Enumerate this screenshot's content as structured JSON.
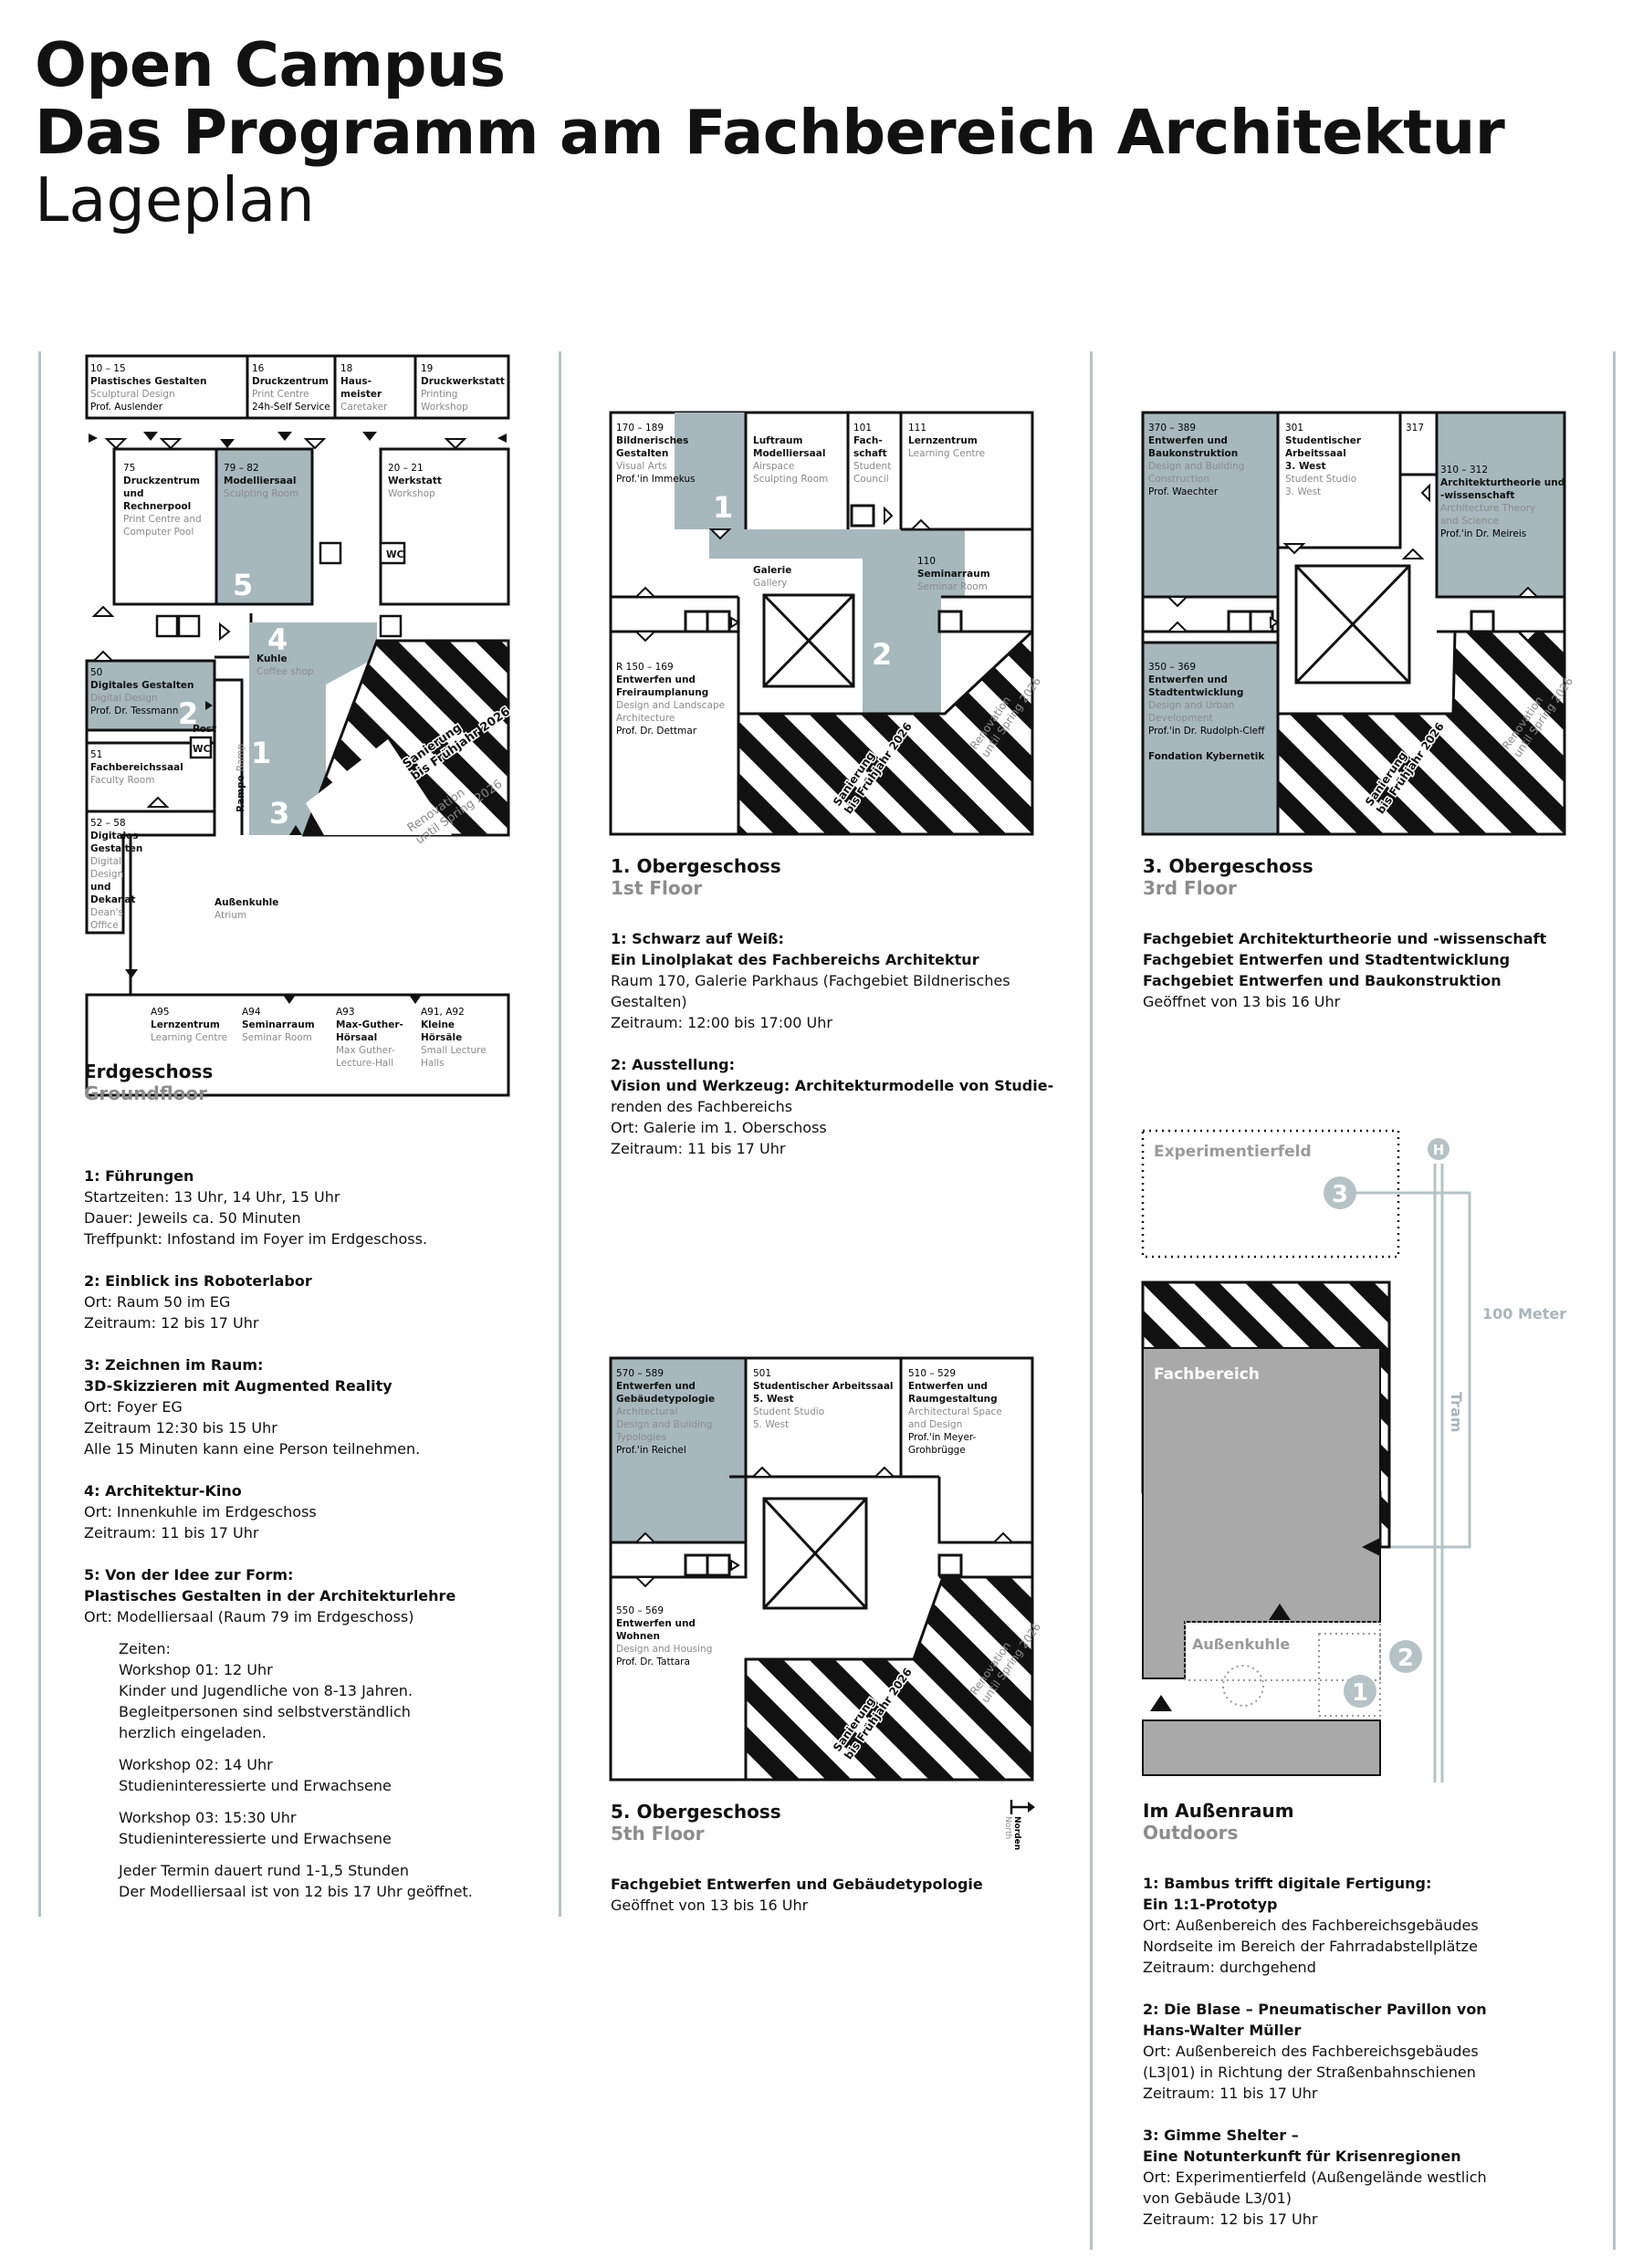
{
  "header": {
    "title_line1": "Open Campus",
    "title_line2": "Das Programm am Fachbereich Architektur",
    "title_line3": "Lageplan"
  },
  "colors": {
    "room_fill": "#a7b8bd",
    "outline": "#111111",
    "divider": "#b5c3c6",
    "outdoor_gray": "#a9a9a9"
  },
  "ground": {
    "title": "Erdgeschoss",
    "title_en": "Groundfloor",
    "rooms": {
      "r10": [
        "10 – 15",
        "Plastisches Gestalten",
        "Sculptural Design",
        "Prof. Auslender"
      ],
      "r16": [
        "16",
        "Druckzentrum",
        "Print Centre",
        "24h-Self Service"
      ],
      "r18": [
        "18",
        "Haus-",
        "meister",
        "Caretaker"
      ],
      "r19": [
        "19",
        "Druckwerkstatt",
        "Printing",
        "Workshop"
      ],
      "r75": [
        "75",
        "Druckzentrum",
        "und",
        "Rechnerpool",
        "Print Centre and",
        "Computer Pool"
      ],
      "r79": [
        "79 – 82",
        "Modelliersaal",
        "Sculpting Room"
      ],
      "r20": [
        "20 – 21",
        "Werkstatt",
        "Workshop"
      ],
      "r50": [
        "50",
        "Digitales Gestalten",
        "Digital Design",
        "Prof. Dr. Tessmann"
      ],
      "r51": [
        "51",
        "Fachbereichssaal",
        "Faculty Room"
      ],
      "r52": [
        "52 – 58",
        "Digitales",
        "Gestalten",
        "Digital",
        "Design",
        "und",
        "Dekanat",
        "Dean's",
        "Office"
      ],
      "kuhle": [
        "Kuhle",
        "Coffee shop"
      ],
      "aussen": [
        "Außenkuhle",
        "Atrium"
      ],
      "a95": [
        "A95",
        "Lernzentrum",
        "Learning Centre"
      ],
      "a94": [
        "A94",
        "Seminarraum",
        "Seminar Room"
      ],
      "a93": [
        "A93",
        "Max-Guther-",
        "Hörsaal",
        "Max Guther-",
        "Lecture-Hall"
      ],
      "a91": [
        "A91, A92",
        "Kleine",
        "Hörsäle",
        "Small Lecture",
        "Halls"
      ]
    },
    "wc": "WC",
    "post": "Post",
    "rampe": "Rampe",
    "ramp": "Ramp",
    "sanierung": [
      "Sanierung",
      "bis Frühjahr 2026"
    ],
    "renovation": [
      "Renovation",
      "until Spring 2026"
    ],
    "numbers": [
      "1",
      "2",
      "3",
      "4",
      "5"
    ]
  },
  "first": {
    "title": "1. Obergeschoss",
    "title_en": "1st Floor",
    "rooms": {
      "r170": [
        "170 – 189",
        "Bildnerisches",
        "Gestalten",
        "Visual Arts",
        "Prof.'in Immekus"
      ],
      "luft": [
        "Luftraum",
        "Modelliersaal",
        "Airspace",
        "Sculpting Room"
      ],
      "r101": [
        "101",
        "Fach-",
        "schaft",
        "Student",
        "Council"
      ],
      "r111": [
        "111",
        "Lernzentrum",
        "Learning Centre"
      ],
      "galerie": [
        "Galerie",
        "Gallery"
      ],
      "r110": [
        "110",
        "Seminarraum",
        "Seminar Room"
      ],
      "r150": [
        "R 150 – 169",
        "Entwerfen und",
        "Freiraumplanung",
        "Design and Landscape",
        "Architecture",
        "Prof. Dr. Dettmar"
      ]
    },
    "numbers": [
      "1",
      "2",
      "2"
    ]
  },
  "third": {
    "title": "3. Obergeschoss",
    "title_en": "3rd Floor",
    "rooms": {
      "r370": [
        "370 – 389",
        "Entwerfen und",
        "Baukonstruktion",
        "Design and Building",
        "Construction",
        "Prof. Waechter"
      ],
      "r301": [
        "301",
        "Studentischer",
        "Arbeitssaal",
        "3. West",
        "Student Studio",
        "3. West"
      ],
      "r317": [
        "317"
      ],
      "r310": [
        "310 – 312",
        "Architekturtheorie und",
        "-wissenschaft",
        "Architecture Theory",
        "and Science",
        "Prof.'in Dr. Meireis"
      ],
      "r350": [
        "350 – 369",
        "Entwerfen und",
        "Stadtentwicklung",
        "Design and Urban",
        "Development",
        "Prof.'in Dr. Rudolph-Cleff",
        "Fondation Kybernetik"
      ]
    }
  },
  "fifth": {
    "title": "5. Obergeschoss",
    "title_en": "5th Floor",
    "rooms": {
      "r570": [
        "570 – 589",
        "Entwerfen und",
        "Gebäudetypologie",
        "Architectural",
        "Design and Building",
        "Typologies",
        "Prof.'in Reichel"
      ],
      "r501": [
        "501",
        "Studentischer Arbeitssaal",
        "5. West",
        "Student Studio",
        "5. West"
      ],
      "r510": [
        "510 – 529",
        "Entwerfen und",
        "Raumgestaltung",
        "Architectural Space",
        "and Design",
        "Prof.'in Meyer-",
        "Grohbrügge"
      ],
      "r550": [
        "550 – 569",
        "Entwerfen und",
        "Wohnen",
        "Design and Housing",
        "Prof. Dr. Tattara"
      ]
    },
    "north": [
      "Norden",
      "North"
    ]
  },
  "outdoor": {
    "title": "Im Außenraum",
    "title_en": "Outdoors",
    "experimentierfeld": "Experimentierfeld",
    "fachbereich": "Fachbereich",
    "aussenkuhle": "Außenkuhle",
    "tram": "Tram",
    "meter": "100 Meter",
    "h": "H",
    "numbers": [
      "1",
      "2",
      "3"
    ]
  },
  "text_ground": {
    "blocks": [
      [
        "1: Führungen",
        "Startzeiten: 13 Uhr, 14 Uhr, 15 Uhr",
        "Dauer: Jeweils ca. 50 Minuten",
        "Treffpunkt: Infostand im Foyer im Erdgeschoss."
      ],
      [
        "2: Einblick ins Roboterlabor",
        "Ort: Raum 50 im EG",
        "Zeitraum: 12 bis 17 Uhr"
      ],
      [
        "3: Zeichnen im Raum:",
        "3D-Skizzieren mit Augmented Reality",
        "Ort: Foyer EG",
        "Zeitraum 12:30 bis 15 Uhr",
        "Alle 15 Minuten kann eine Person teilnehmen."
      ],
      [
        "4: Architektur-Kino",
        "Ort: Innenkuhle im Erdgeschoss",
        "Zeitraum: 11 bis 17 Uhr"
      ],
      [
        "5: Von der Idee zur Form:",
        "Plastisches Gestalten in der Architekturlehre",
        "Ort: Modelliersaal (Raum 79 im Erdgeschoss)"
      ]
    ],
    "workshops": [
      [
        "Zeiten:",
        "Workshop 01: 12 Uhr",
        "Kinder und Jugendliche von 8-13 Jahren.",
        "Begleitpersonen sind selbstverständlich",
        "herzlich eingeladen."
      ],
      [
        "Workshop 02: 14 Uhr",
        "Studieninteressierte und Erwachsene"
      ],
      [
        "Workshop 03: 15:30 Uhr",
        "Studieninteressierte und Erwachsene"
      ],
      [
        "Jeder Termin dauert rund 1-1,5 Stunden",
        "Der Modelliersaal ist von 12 bis 17 Uhr geöffnet."
      ]
    ]
  },
  "text_first": {
    "blocks": [
      [
        "1: Schwarz auf Weiß:",
        "Ein Linolplakat des Fachbereichs Architektur",
        "Raum 170, Galerie Parkhaus (Fachgebiet Bildnerisches",
        "Gestalten)",
        "Zeitraum: 12:00 bis 17:00 Uhr"
      ],
      [
        "2: Ausstellung:",
        "Vision und Werkzeug: Architekturmodelle von Studie-",
        "renden des Fachbereichs",
        "Ort: Galerie im 1. Oberschoss",
        "Zeitraum: 11 bis 17 Uhr"
      ]
    ]
  },
  "text_third": [
    "Fachgebiet Architekturtheorie und -wissenschaft",
    "Fachgebiet Entwerfen und Stadtentwicklung",
    "Fachgebiet Entwerfen und Baukonstruktion",
    "Geöffnet von 13 bis 16 Uhr"
  ],
  "text_fifth": [
    "Fachgebiet Entwerfen und Gebäudetypologie",
    "Geöffnet von 13 bis 16 Uhr"
  ],
  "text_outdoor": {
    "blocks": [
      [
        "1: Bambus trifft digitale Fertigung:",
        "Ein 1:1-Prototyp",
        "Ort: Außenbereich des Fachbereichsgebäudes",
        "Nordseite im Bereich der Fahrradabstellplätze",
        "Zeitraum: durchgehend"
      ],
      [
        "2: Die Blase – Pneumatischer Pavillon von",
        "Hans-Walter Müller",
        "Ort: Außenbereich des Fachbereichsgebäudes",
        "(L3|01) in Richtung der Straßenbahnschienen",
        "Zeitraum: 11 bis 17 Uhr"
      ],
      [
        "3: Gimme Shelter –",
        "Eine Notunterkunft für Krisenregionen",
        "Ort: Experimentierfeld (Außengelände westlich",
        "von Gebäude L3/01)",
        "Zeitraum: 12 bis 17 Uhr"
      ]
    ]
  }
}
